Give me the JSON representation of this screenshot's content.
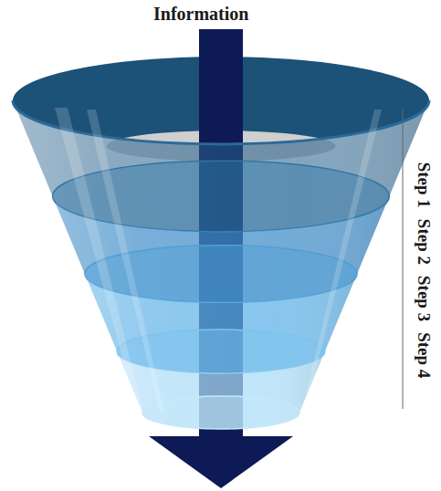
{
  "diagram": {
    "labels": [
      "Information",
      "Step 1",
      "Step 2",
      "Step 3",
      "Step 4"
    ]
  }
}
